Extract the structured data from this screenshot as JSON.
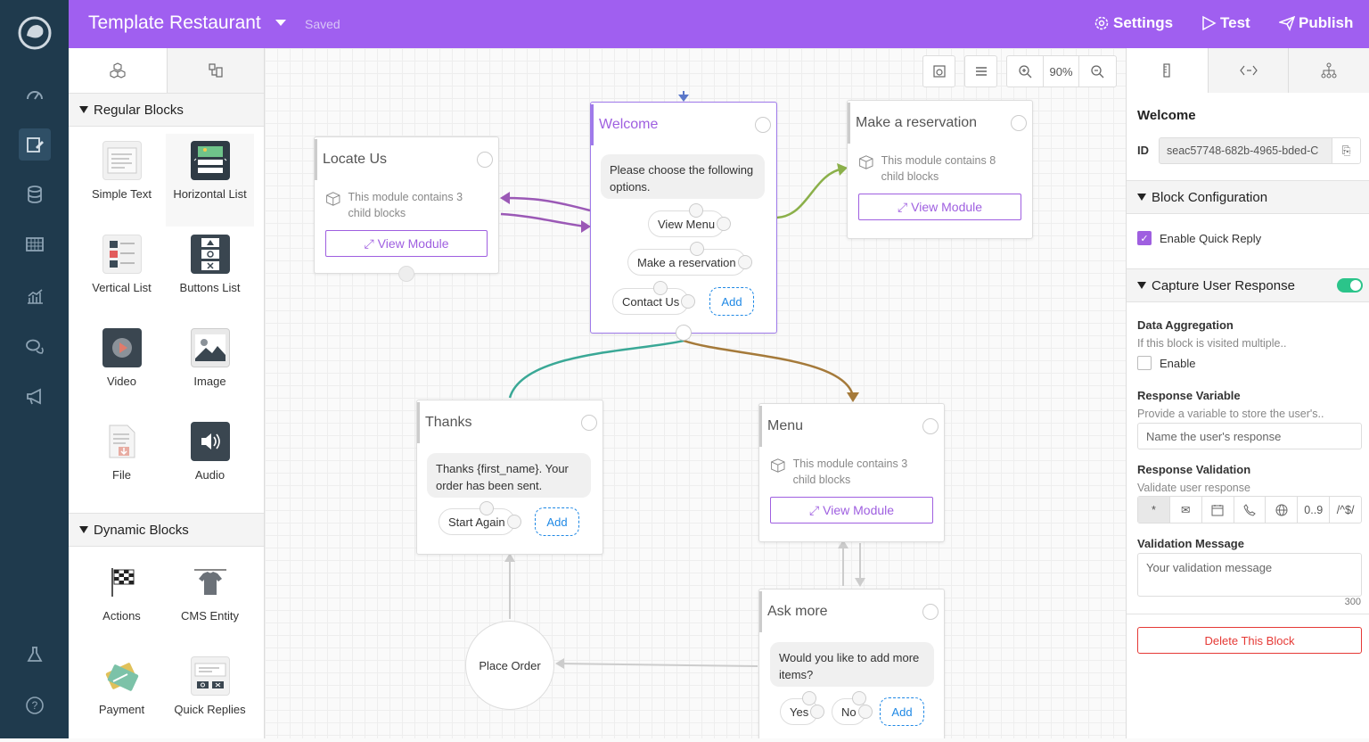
{
  "app": {
    "title": "Template Restaurant",
    "status": "Saved",
    "settings": "Settings",
    "test": "Test",
    "publish": "Publish"
  },
  "colors": {
    "brand": "#a05ff0",
    "nav": "#1f3a4d",
    "accent": "#9f5fe0",
    "add": "#1e88e5",
    "toggle": "#2bc48a",
    "delete": "#e53935"
  },
  "left": {
    "regular_title": "Regular Blocks",
    "regular": [
      "Simple Text",
      "Horizontal List",
      "Vertical List",
      "Buttons List",
      "Video",
      "Image",
      "File",
      "Audio"
    ],
    "dynamic_title": "Dynamic Blocks",
    "dynamic": [
      "Actions",
      "CMS Entity",
      "Payment",
      "Quick Replies"
    ]
  },
  "toolbar": {
    "zoom": "90%"
  },
  "cards": {
    "locate": {
      "title": "Locate Us",
      "info": "This module contains 3 child blocks",
      "btn": "View Module"
    },
    "welcome": {
      "title": "Welcome",
      "text": "Please choose the following options.",
      "qr": [
        "View Menu",
        "Make a reservation",
        "Contact Us"
      ],
      "add": "Add"
    },
    "reserve": {
      "title": "Make a reservation",
      "info": "This module contains 8 child blocks",
      "btn": "View Module"
    },
    "thanks": {
      "title": "Thanks",
      "text": "Thanks {first_name}. Your order has been sent.",
      "qr": [
        "Start Again"
      ],
      "add": "Add"
    },
    "menu": {
      "title": "Menu",
      "info": "This module contains 3 child blocks",
      "btn": "View Module"
    },
    "askmore": {
      "title": "Ask more",
      "text": "Would you like to add more items?",
      "qr": [
        "Yes",
        "No"
      ],
      "add": "Add"
    },
    "place_order": "Place Order"
  },
  "right": {
    "block_name": "Welcome",
    "id_label": "ID",
    "id_value": "seac57748-682b-4965-bded-C",
    "block_config": "Block Configuration",
    "enable_quick_reply": "Enable Quick Reply",
    "capture": "Capture User Response",
    "data_agg": "Data Aggregation",
    "data_agg_sub": "If this block is visited multiple..",
    "enable": "Enable",
    "resp_var": "Response Variable",
    "resp_var_sub": "Provide a variable to store the user's..",
    "resp_var_ph": "Name the user's response",
    "resp_val": "Response Validation",
    "resp_val_sub": "Validate user response",
    "val_opts": [
      "*",
      "0..9",
      "/^$/"
    ],
    "val_msg": "Validation Message",
    "val_msg_ph": "Your validation message",
    "char_count": "300",
    "delete": "Delete This Block"
  }
}
